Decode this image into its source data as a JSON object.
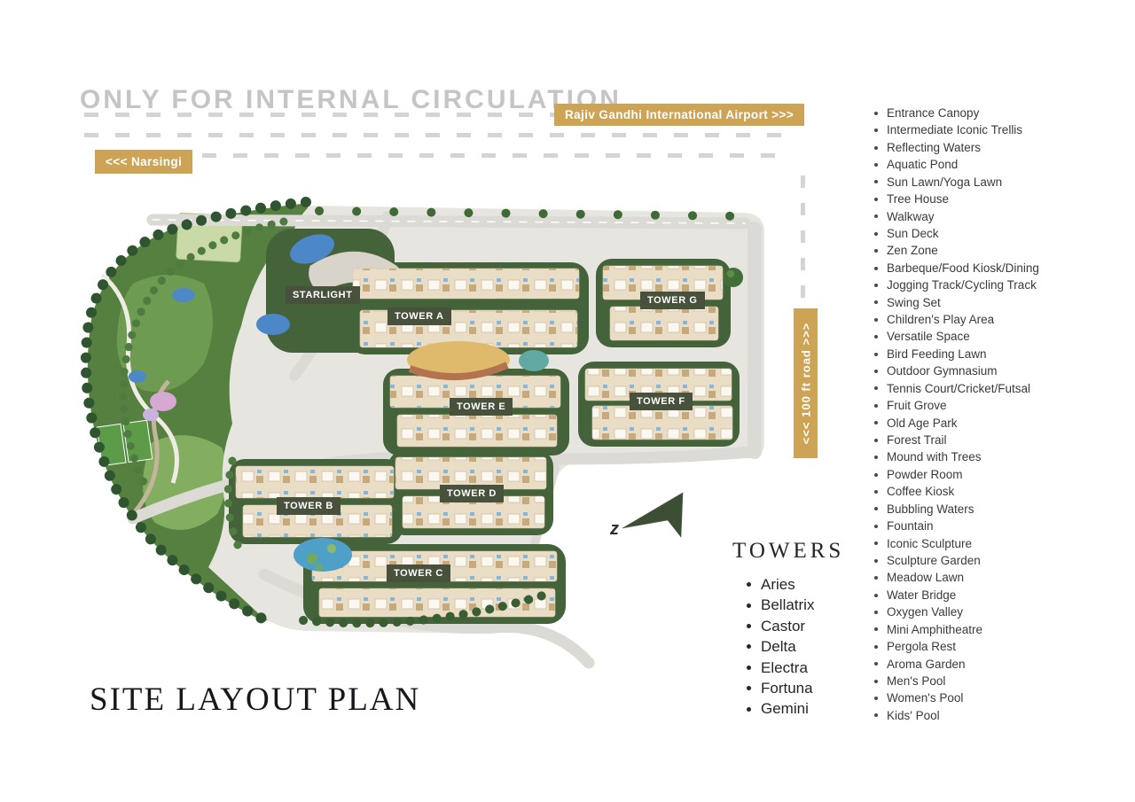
{
  "watermark": "ONLY FOR INTERNAL CIRCULATION",
  "chips": {
    "airport": "Rajiv Gandhi International Airport >>>",
    "narsingi": "<<< Narsingi",
    "road": "<<< 100 ft road >>>"
  },
  "map": {
    "labels": [
      "STARLIGHT",
      "TOWER A",
      "TOWER G",
      "TOWER E",
      "TOWER F",
      "TOWER B",
      "TOWER D",
      "TOWER C"
    ],
    "north_letter": "z"
  },
  "towers_section": {
    "title": "TOWERS",
    "items": [
      "Aries",
      "Bellatrix",
      "Castor",
      "Delta",
      "Electra",
      "Fortuna",
      "Gemini"
    ]
  },
  "amenities": [
    "Entrance Canopy",
    "Intermediate Iconic Trellis",
    "Reflecting Waters",
    "Aquatic Pond",
    "Sun Lawn/Yoga Lawn",
    "Tree House",
    "Walkway",
    "Sun Deck",
    "Zen Zone",
    "Barbeque/Food Kiosk/Dining",
    "Jogging Track/Cycling Track",
    "Swing Set",
    "Children's Play Area",
    "Versatile Space",
    "Bird Feeding Lawn",
    "Outdoor Gymnasium",
    "Tennis Court/Cricket/Futsal",
    "Fruit Grove",
    "Old Age Park",
    "Forest Trail",
    "Mound with Trees",
    "Powder Room",
    "Coffee Kiosk",
    "Bubbling Waters",
    "Fountain",
    "Iconic Sculpture",
    "Sculpture Garden",
    "Meadow Lawn",
    "Water Bridge",
    "Oxygen Valley",
    "Mini Amphitheatre",
    "Pergola Rest",
    "Aroma Garden",
    "Men's Pool",
    "Women's Pool",
    "Kids' Pool"
  ],
  "page_title": "SITE LAYOUT PLAN"
}
